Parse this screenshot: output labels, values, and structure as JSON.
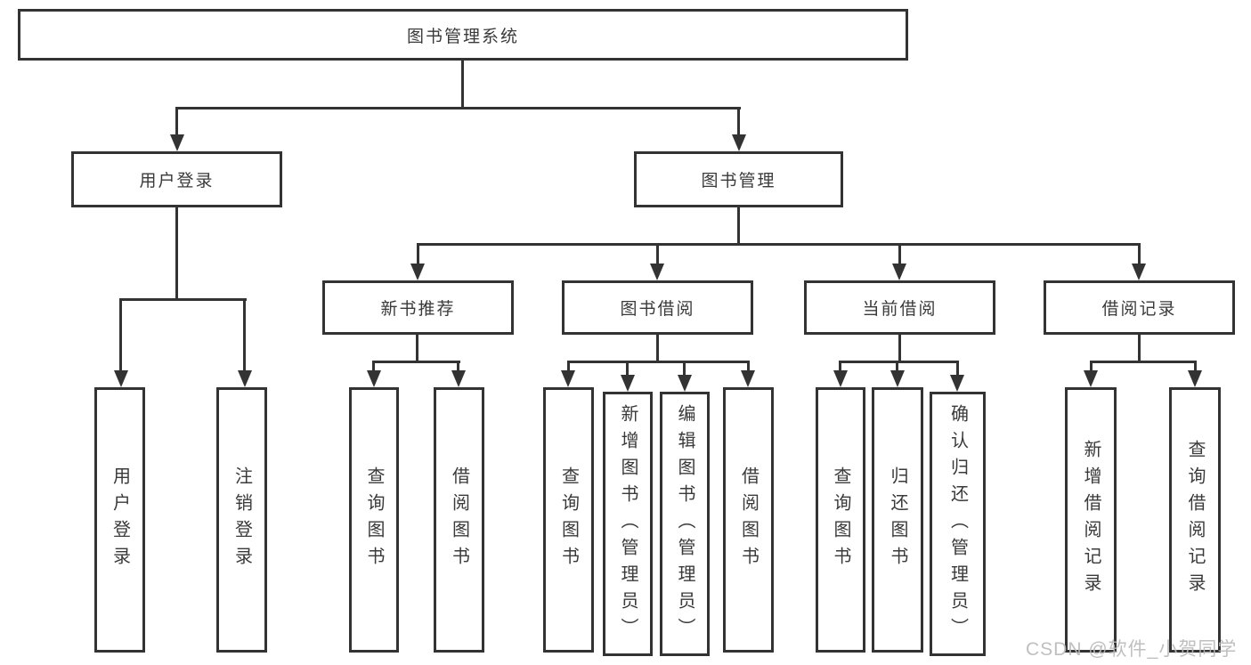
{
  "diagram": {
    "colors": {
      "line": "#333333",
      "text": "#3a3a3a",
      "background": "#ffffff",
      "watermark": "#b9b9b9"
    },
    "watermark": "CSDN @软件_小贺同学",
    "tree": {
      "root": {
        "label": "图书管理系统"
      },
      "branches": [
        {
          "label": "用户登录",
          "children": [
            {
              "label": "用户登录"
            },
            {
              "label": "注销登录"
            }
          ]
        },
        {
          "label": "图书管理",
          "children": [
            {
              "label": "新书推荐",
              "children": [
                {
                  "label": "查询图书"
                },
                {
                  "label": "借阅图书"
                }
              ]
            },
            {
              "label": "图书借阅",
              "children": [
                {
                  "label": "查询图书"
                },
                {
                  "label": "新增图书（管理员）"
                },
                {
                  "label": "编辑图书（管理员）"
                },
                {
                  "label": "借阅图书"
                }
              ]
            },
            {
              "label": "当前借阅",
              "children": [
                {
                  "label": "查询图书"
                },
                {
                  "label": "归还图书"
                },
                {
                  "label": "确认归还（管理员）"
                }
              ]
            },
            {
              "label": "借阅记录",
              "children": [
                {
                  "label": "新增借阅记录"
                },
                {
                  "label": "查询借阅记录"
                }
              ]
            }
          ]
        }
      ]
    }
  }
}
